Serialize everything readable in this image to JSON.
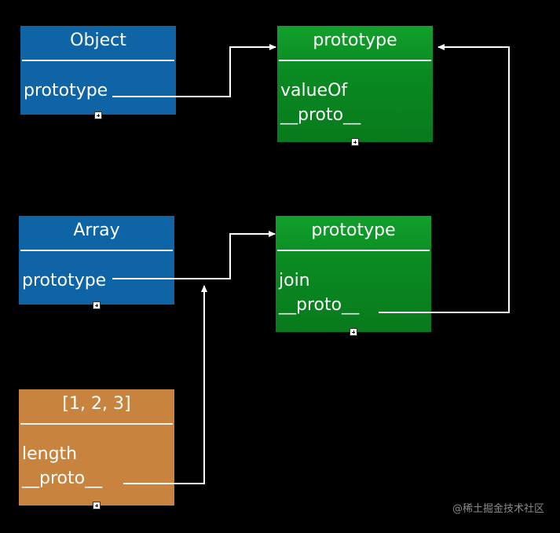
{
  "object_box": {
    "title": "Object",
    "props": [
      "prototype"
    ],
    "color": "#0e64a4"
  },
  "object_prototype_box": {
    "title": "prototype",
    "props": [
      "valueOf",
      "__proto__"
    ],
    "color": "#0a8a22"
  },
  "array_box": {
    "title": "Array",
    "props": [
      "prototype"
    ],
    "color": "#0e64a4"
  },
  "array_prototype_box": {
    "title": "prototype",
    "props": [
      "join",
      "__proto__"
    ],
    "color": "#0a8a22"
  },
  "instance_box": {
    "title": "[1, 2, 3]",
    "props": [
      "length",
      "__proto__"
    ],
    "color": "#c8843e"
  },
  "watermark": "@稀土掘金技术社区"
}
